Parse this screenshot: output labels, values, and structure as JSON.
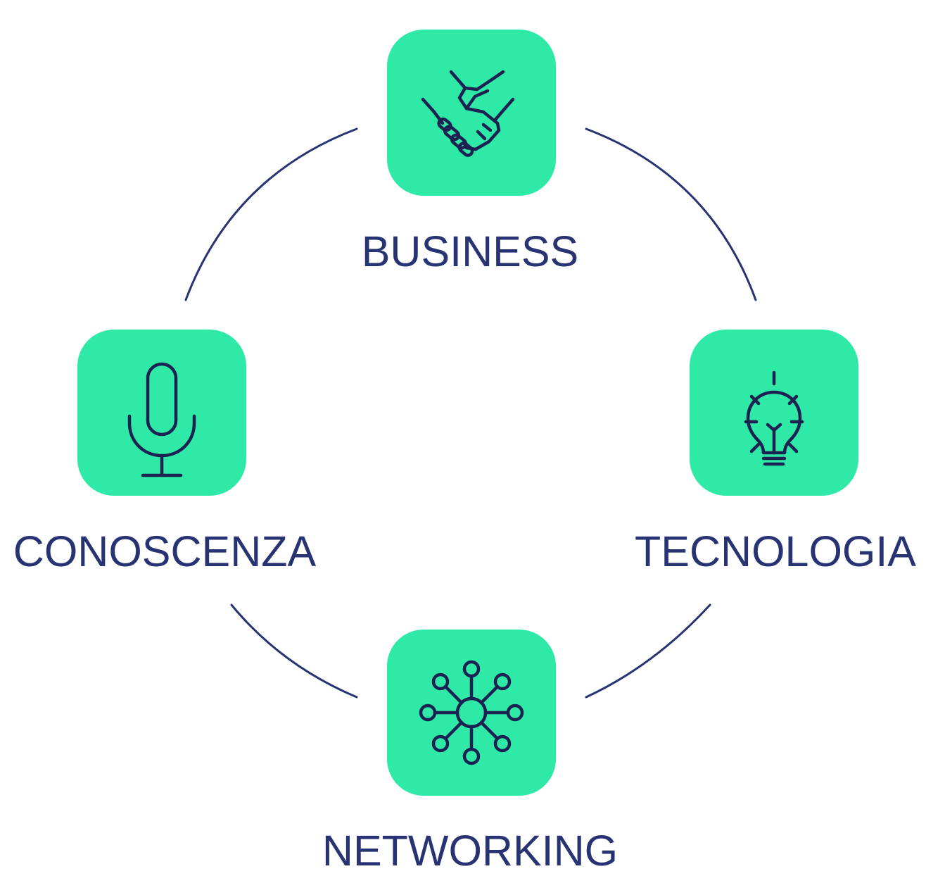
{
  "diagram": {
    "nodes": [
      {
        "id": "business",
        "label": "BUSINESS",
        "icon": "handshake-icon"
      },
      {
        "id": "tecnologia",
        "label": "TECNOLOGIA",
        "icon": "lightbulb-icon"
      },
      {
        "id": "networking",
        "label": "NETWORKING",
        "icon": "network-icon"
      },
      {
        "id": "conoscenza",
        "label": "CONOSCENZA",
        "icon": "microphone-icon"
      }
    ],
    "connector": "circle",
    "colors": {
      "tile": "#2eeaa6",
      "label": "#273373",
      "icon_stroke": "#1b2251",
      "ring": "#273373",
      "background": "#ffffff"
    }
  }
}
